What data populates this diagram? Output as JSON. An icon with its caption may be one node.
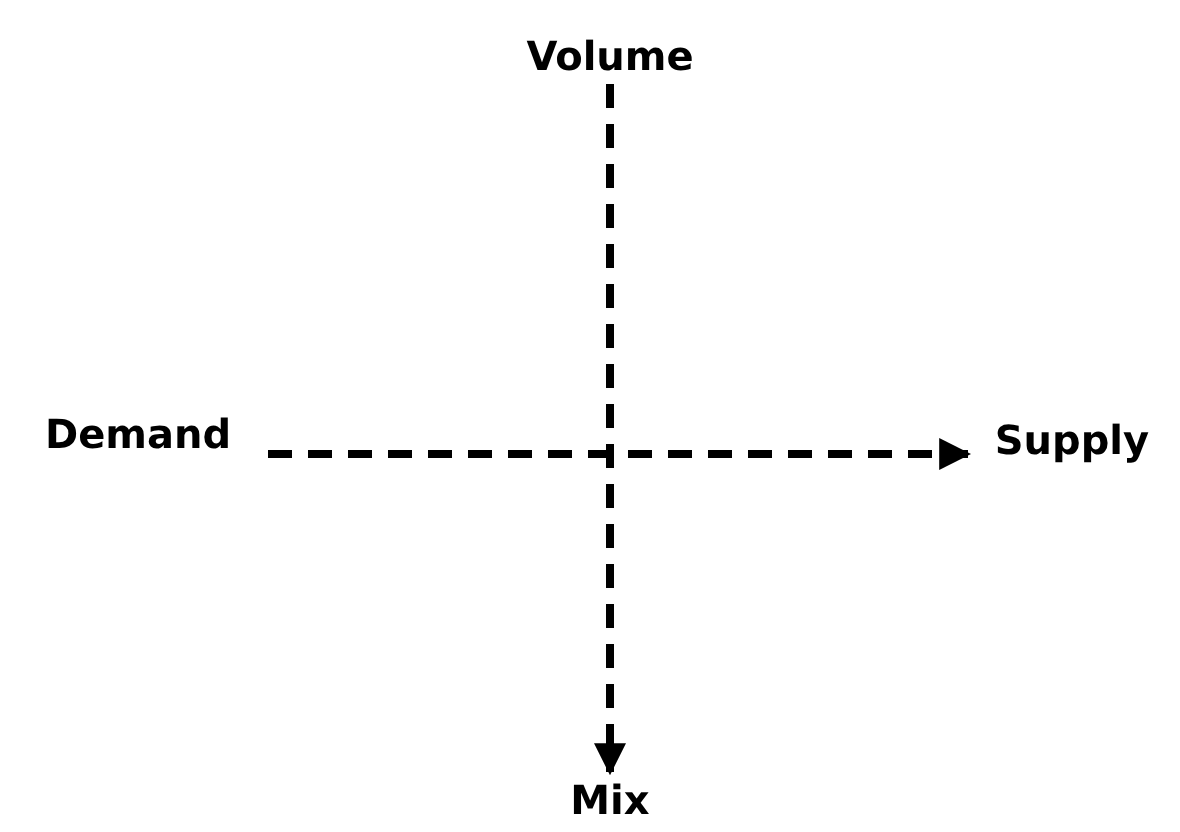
{
  "diagram": {
    "nodes": [
      {
        "text": [
          "Volume"
        ]
      },
      {
        "text": [
          "Demand"
        ]
      },
      {
        "text": [
          "Supply"
        ]
      },
      {
        "text": [
          "Mix"
        ]
      }
    ],
    "edges": [
      {
        "from": 0,
        "to": 3,
        "arrow": "to",
        "style": "dashed"
      },
      {
        "from": 1,
        "to": 2,
        "arrow": "to",
        "style": "dashed"
      }
    ]
  }
}
